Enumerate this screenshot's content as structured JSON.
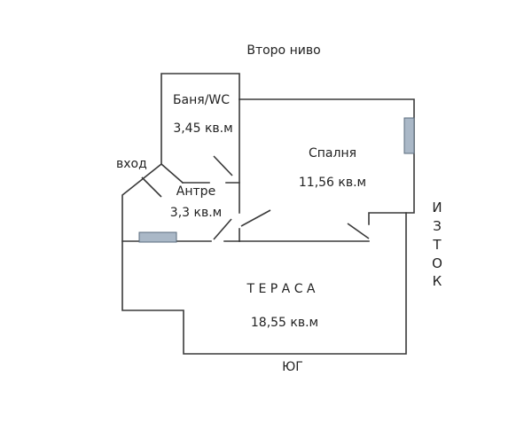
{
  "title": "Второ ниво",
  "colors": {
    "wall": "#3a3a3a",
    "fixture_fill": "#aab8c7",
    "fixture_stroke": "#5a6b7c"
  },
  "rooms": {
    "bath": {
      "name": "Баня/WC",
      "area": "3,45 кв.м"
    },
    "bedroom": {
      "name": "Спалня",
      "area": "11,56 кв.м"
    },
    "hall": {
      "name": "Антре",
      "area": "3,3 кв.м"
    },
    "terrace": {
      "name": "Т Е Р А С А",
      "area": "18,55 кв.м"
    }
  },
  "labels": {
    "entrance": "вход",
    "south": "ЮГ"
  },
  "east_letters": [
    "И",
    "З",
    "Т",
    "О",
    "К"
  ]
}
